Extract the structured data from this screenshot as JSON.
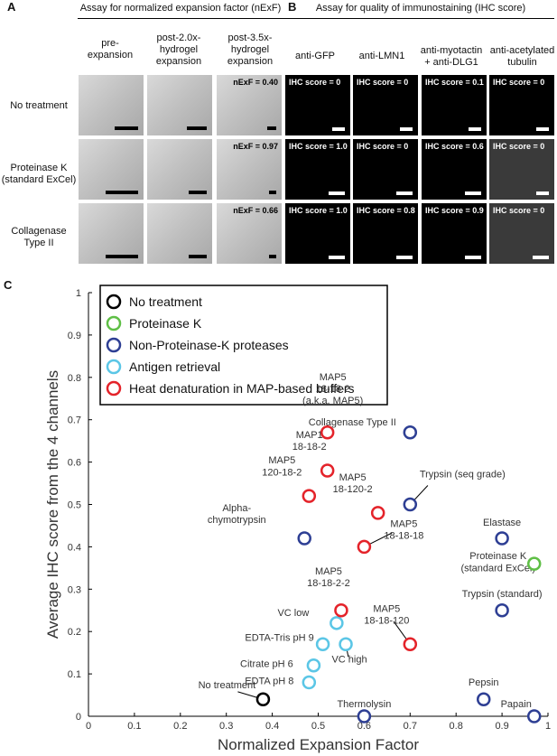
{
  "panel_a": {
    "letter": "A",
    "header": "Assay for normalized expansion factor (nExF)",
    "columns": [
      "pre-\nexpansion",
      "post-2.0x-\nhydrogel\nexpansion",
      "post-3.5x-\nhydrogel\nexpansion"
    ],
    "rows": [
      "No treatment",
      "Proteinase K\n(standard ExCel)",
      "Collagenase\nType II"
    ],
    "nexf_labels": [
      "nExF = 0.40",
      "nExF = 0.97",
      "nExF = 0.66"
    ]
  },
  "panel_b": {
    "letter": "B",
    "header": "Assay for quality of immunostaining (IHC score)",
    "columns": [
      "anti-GFP",
      "anti-LMN1",
      "anti-myotactin\n+ anti-DLG1",
      "anti-acetylated\ntubulin"
    ],
    "scores": [
      [
        "IHC score = 0",
        "IHC score = 0",
        "IHC score = 0.1",
        "IHC score = 0"
      ],
      [
        "IHC score = 1.0",
        "IHC score = 0",
        "IHC score = 0.6",
        "IHC score = 0"
      ],
      [
        "IHC score = 1.0",
        "IHC score = 0.8",
        "IHC score = 0.9",
        "IHC score = 0"
      ]
    ]
  },
  "panel_c": {
    "letter": "C"
  },
  "chart_data": {
    "type": "scatter",
    "xlabel": "Normalized Expansion Factor",
    "ylabel": "Average IHC score from the 4 channels",
    "xlim": [
      0,
      1
    ],
    "ylim": [
      0,
      1
    ],
    "xticks": [
      "0",
      "0.1",
      "0.2",
      "0.3",
      "0.4",
      "0.5",
      "0.6",
      "0.7",
      "0.8",
      "0.9",
      "1"
    ],
    "yticks": [
      "0",
      "0.1",
      "0.2",
      "0.3",
      "0.4",
      "0.5",
      "0.6",
      "0.7",
      "0.8",
      "0.9",
      "1"
    ],
    "legend_position": "top-left",
    "series": [
      {
        "name": "No treatment",
        "color": "#000000",
        "points": [
          {
            "x": 0.38,
            "y": 0.04,
            "label": "No treatment"
          }
        ]
      },
      {
        "name": "Proteinase K",
        "color": "#5fbf46",
        "points": [
          {
            "x": 0.97,
            "y": 0.36,
            "label": "Proteinase K\n(standard ExCel)"
          }
        ]
      },
      {
        "name": "Non-Proteinase-K proteases",
        "color": "#2e3f94",
        "points": [
          {
            "x": 0.7,
            "y": 0.67,
            "label": "Collagenase Type II"
          },
          {
            "x": 0.7,
            "y": 0.5,
            "label": "Trypsin (seq grade)"
          },
          {
            "x": 0.47,
            "y": 0.42,
            "label": "Alpha-\nchymotrypsin"
          },
          {
            "x": 0.9,
            "y": 0.42,
            "label": "Elastase"
          },
          {
            "x": 0.9,
            "y": 0.25,
            "label": "Trypsin (standard)"
          },
          {
            "x": 0.86,
            "y": 0.04,
            "label": "Pepsin"
          },
          {
            "x": 0.6,
            "y": 0.0,
            "label": "Thermolysin"
          },
          {
            "x": 0.97,
            "y": 0.0,
            "label": "Papain"
          }
        ]
      },
      {
        "name": "Antigen retrieval",
        "color": "#5bc6e6",
        "points": [
          {
            "x": 0.54,
            "y": 0.22,
            "label": "VC low"
          },
          {
            "x": 0.51,
            "y": 0.17,
            "label": "EDTA-Tris pH 9"
          },
          {
            "x": 0.56,
            "y": 0.17,
            "label": "VC high"
          },
          {
            "x": 0.49,
            "y": 0.12,
            "label": "Citrate pH 6"
          },
          {
            "x": 0.48,
            "y": 0.08,
            "label": "EDTA pH 8"
          }
        ]
      },
      {
        "name": "Heat denaturation in MAP-based buffers",
        "color": "#e4232a",
        "points": [
          {
            "x": 0.52,
            "y": 0.67,
            "label": "MAP5\n18-18-2\n(a.k.a. MAP5)"
          },
          {
            "x": 0.52,
            "y": 0.58,
            "label": "MAP1\n18-18-2"
          },
          {
            "x": 0.48,
            "y": 0.52,
            "label": "MAP5\n120-18-2"
          },
          {
            "x": 0.63,
            "y": 0.48,
            "label": "MAP5\n18-120-2"
          },
          {
            "x": 0.6,
            "y": 0.4,
            "label": "MAP5\n18-18-18"
          },
          {
            "x": 0.55,
            "y": 0.25,
            "label": "MAP5\n18-18-2-2"
          },
          {
            "x": 0.7,
            "y": 0.17,
            "label": "MAP5\n18-18-120"
          }
        ]
      }
    ]
  }
}
